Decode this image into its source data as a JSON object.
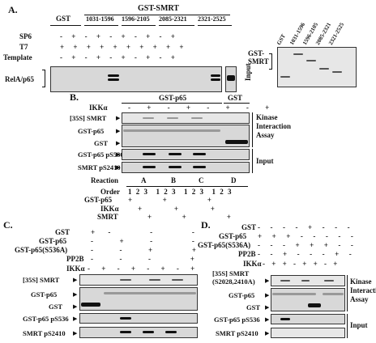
{
  "panels": {
    "A": {
      "letter": "A.",
      "group_gst": "GST",
      "group_smrt": "GST-SMRT",
      "fragments": [
        "1031-1596",
        "1596-2105",
        "2085-2321",
        "2321-2525"
      ],
      "rows": [
        {
          "label": "SP6",
          "signs": "- + - + - + - + - +"
        },
        {
          "label": "T7",
          "signs": "+ + + + + + + + + +"
        },
        {
          "label": "Template",
          "signs": "- + - + - + - + - +"
        }
      ],
      "blot_label": "RelA/p65",
      "input_label": "Input",
      "side_label": "GST-\nSMRT",
      "gel_lanes": [
        "GST",
        "1031-1596",
        "1596-2105",
        "2085-2321",
        "2321-2525"
      ]
    },
    "B": {
      "letter": "B.",
      "header_gst_p65": "GST-p65",
      "header_gst": "GST",
      "ikk_label": "IKKα",
      "ikk_signs": "- + - + - + - +",
      "rows": [
        "[35S] SMRT",
        "GST-p65",
        "GST",
        "GST-p65 pS536",
        "SMRT pS2410"
      ],
      "section_kinase": "Kinase\nInteraction\nAssay",
      "section_input": "Input",
      "reaction_label": "Reaction",
      "reactions": [
        "A",
        "B",
        "C",
        "D"
      ],
      "order_label": "Order",
      "order_numbers": "1 2 3  1 2 3  1 2 3  1 2 3",
      "order_rows": [
        "GST-p65",
        "IKKα",
        "SMRT"
      ],
      "order_row_values": [
        "+      +        +",
        "+   +   +",
        "+      +        +"
      ]
    },
    "C": {
      "letter": "C.",
      "top_rows": [
        {
          "label": "GST",
          "signs": "+ -   -   -"
        },
        {
          "label": "GST-p65",
          "signs": "-  +  -   -"
        },
        {
          "label": "GST-p65(S536A)",
          "signs": "-  -  +   +"
        },
        {
          "label": "PP2B",
          "signs": "-  -  -   +"
        }
      ],
      "ikk_label": "IKKα",
      "ikk_signs": "- + - + - + - +",
      "rows": [
        "[35S] SMRT",
        "GST-p65",
        "GST",
        "GST-p65 pS536",
        "SMRT pS2410"
      ]
    },
    "D": {
      "letter": "D.",
      "top_rows": [
        {
          "label": "GST",
          "signs": "-  -  -  -  +  -  -  -"
        },
        {
          "label": "GST-p65",
          "signs": "+  +  +  -  -  -  -  -"
        },
        {
          "label": "GST-p65(S536A)",
          "signs": "-  -  -  +  +  +  -  -"
        },
        {
          "label": "PP2B",
          "signs": "-  -  +  -  -  -  +  -"
        }
      ],
      "ikk_label": "IKKα",
      "ikk_signs": "- + + - + + - +",
      "rows": [
        "[35S] SMRT\n(S2028,2410A)",
        "GST-p65",
        "GST",
        "GST-p65 pS536",
        "SMRT pS2410"
      ],
      "section_kinase": "Kinase\nInteraction\nAssay",
      "section_input": "Input"
    }
  }
}
